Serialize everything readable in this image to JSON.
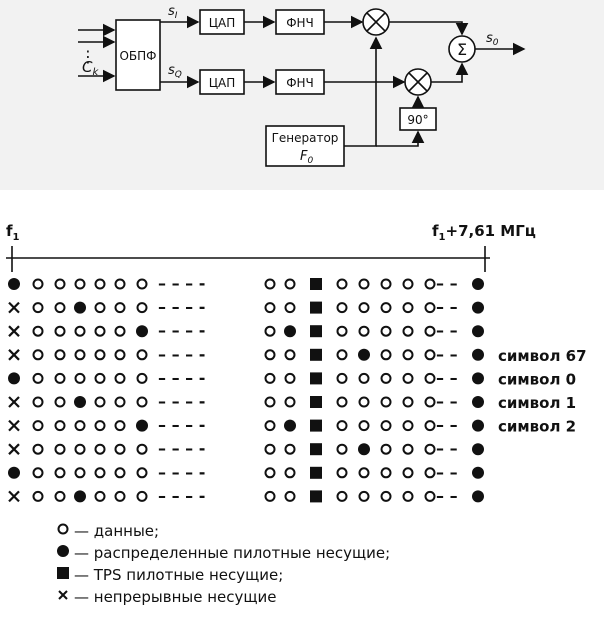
{
  "top_diagram": {
    "obpf_label": "ОБПФ",
    "input_label": "C",
    "input_sub": "k",
    "input_dots": "⋮",
    "si_label": "s",
    "si_sub": "I",
    "sq_label": "s",
    "sq_sub": "Q",
    "dac_label": "ЦАП",
    "lpf_label": "ФНЧ",
    "sum_symbol": "Σ",
    "output_label": "s",
    "output_sub": "0",
    "phase_label": "90°",
    "generator_label": "Генератор",
    "generator_freq": "F",
    "generator_freq_sub": "0"
  },
  "grid": {
    "left_freq": "f",
    "left_freq_sub": "1",
    "right_freq_base": "f",
    "right_freq_sub": "1",
    "right_freq_suffix": "+7,61 МГц",
    "dash_text": "– – – -",
    "symbol_labels": [
      "",
      "",
      "",
      "символ 67",
      "символ 0",
      "символ 1",
      "символ 2",
      "",
      "",
      ""
    ],
    "rows": [
      [
        "P",
        "D",
        "D",
        "D",
        "D",
        "D",
        "D",
        "D",
        "D",
        "T",
        "D",
        "D",
        "D",
        "D",
        "D",
        "P"
      ],
      [
        "C",
        "D",
        "D",
        "P",
        "D",
        "D",
        "D",
        "D",
        "D",
        "T",
        "D",
        "D",
        "D",
        "D",
        "D",
        "P"
      ],
      [
        "C",
        "D",
        "D",
        "D",
        "D",
        "D",
        "P",
        "D",
        "P",
        "T",
        "D",
        "D",
        "D",
        "D",
        "D",
        "P"
      ],
      [
        "C",
        "D",
        "D",
        "D",
        "D",
        "D",
        "D",
        "D",
        "D",
        "T",
        "D",
        "P",
        "D",
        "D",
        "D",
        "P"
      ],
      [
        "P",
        "D",
        "D",
        "D",
        "D",
        "D",
        "D",
        "D",
        "D",
        "T",
        "D",
        "D",
        "D",
        "D",
        "D",
        "P"
      ],
      [
        "C",
        "D",
        "D",
        "P",
        "D",
        "D",
        "D",
        "D",
        "D",
        "T",
        "D",
        "D",
        "D",
        "D",
        "D",
        "P"
      ],
      [
        "C",
        "D",
        "D",
        "D",
        "D",
        "D",
        "P",
        "D",
        "P",
        "T",
        "D",
        "D",
        "D",
        "D",
        "D",
        "P"
      ],
      [
        "C",
        "D",
        "D",
        "D",
        "D",
        "D",
        "D",
        "D",
        "D",
        "T",
        "D",
        "P",
        "D",
        "D",
        "D",
        "P"
      ],
      [
        "P",
        "D",
        "D",
        "D",
        "D",
        "D",
        "D",
        "D",
        "D",
        "T",
        "D",
        "D",
        "D",
        "D",
        "D",
        "P"
      ],
      [
        "C",
        "D",
        "D",
        "P",
        "D",
        "D",
        "D",
        "D",
        "D",
        "T",
        "D",
        "D",
        "D",
        "D",
        "D",
        "P"
      ]
    ]
  },
  "legend": [
    {
      "symbol": "data",
      "text": "— данные;"
    },
    {
      "symbol": "pilot",
      "text": "— распределенные пилотные несущие;"
    },
    {
      "symbol": "tps",
      "text": "— TPS пилотные несущие;"
    },
    {
      "symbol": "continual",
      "text": "— непрерывные несущие"
    }
  ]
}
